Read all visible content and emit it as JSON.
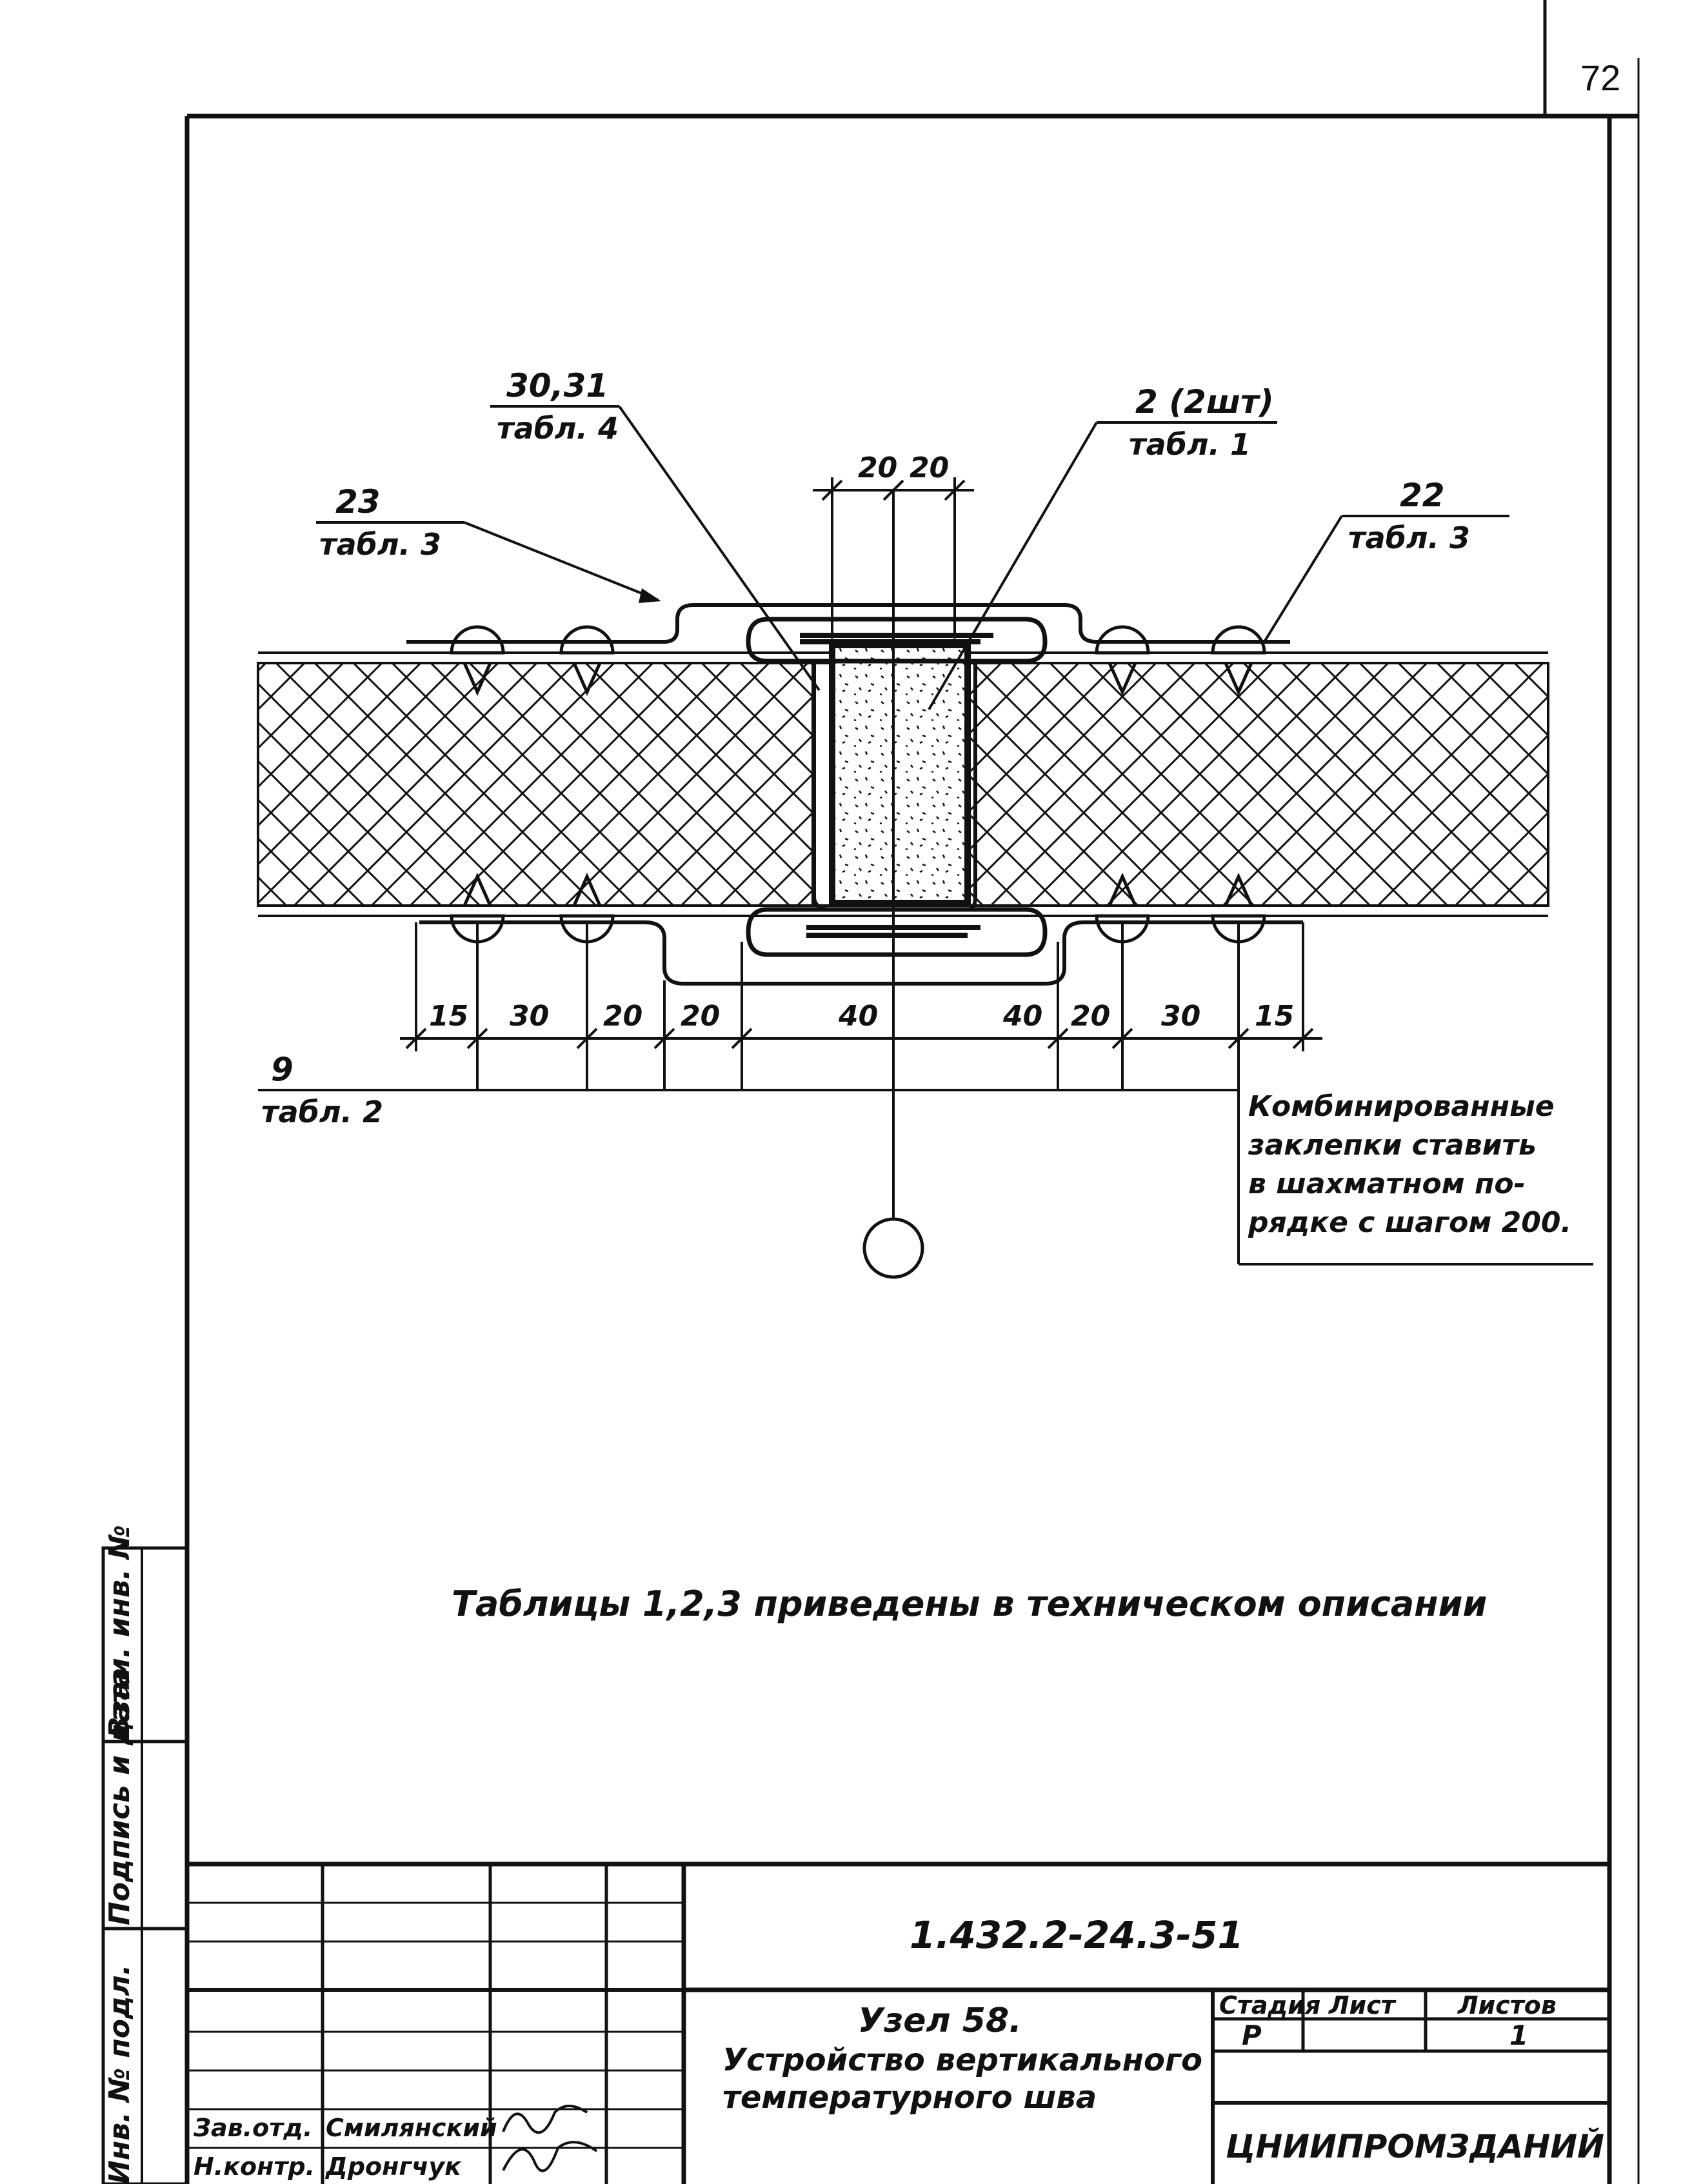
{
  "sheet": {
    "page_number": "72",
    "drawing_code": "1.432.2-24.3-51",
    "note_main": "Таблицы 1,2,3 приведены в техническом описании",
    "note_box": [
      "Комбинированные",
      "заклепки ставить",
      "в шахматном по-",
      "рядке с шагом 200."
    ],
    "title": {
      "line1": "Узел 58.",
      "line2": "Устройство вертикального",
      "line3": "температурного шва"
    },
    "stage_header": "Стадия",
    "sheet_header": "Лист",
    "sheets_header": "Листов",
    "stage_value": "Р",
    "sheet_value": "",
    "sheets_value": "1",
    "organization": "ЦНИИПРОМЗДАНИЙ",
    "signatures": [
      {
        "role": "Зав.отд.",
        "name": "Смилянский"
      },
      {
        "role": "Н.контр.",
        "name": "Дронгчук"
      }
    ],
    "side_labels": [
      "Инв. № подл.",
      "Подпись и дата",
      "Взам. инв. №"
    ]
  },
  "callouts": {
    "c1_top": "30,31",
    "c1_bottom": "табл. 4",
    "c2_top": "2 (2шт)",
    "c2_bottom": "табл. 1",
    "c3_top": "23",
    "c3_bottom": "табл. 3",
    "c4_top": "22",
    "c4_bottom": "табл. 3",
    "c5_top": "9",
    "c5_bottom": "табл. 2"
  },
  "dimensions": {
    "top": [
      "20",
      "20"
    ],
    "bottom": [
      "15",
      "30",
      "20",
      "20",
      "40",
      "40",
      "20",
      "30",
      "15"
    ]
  }
}
